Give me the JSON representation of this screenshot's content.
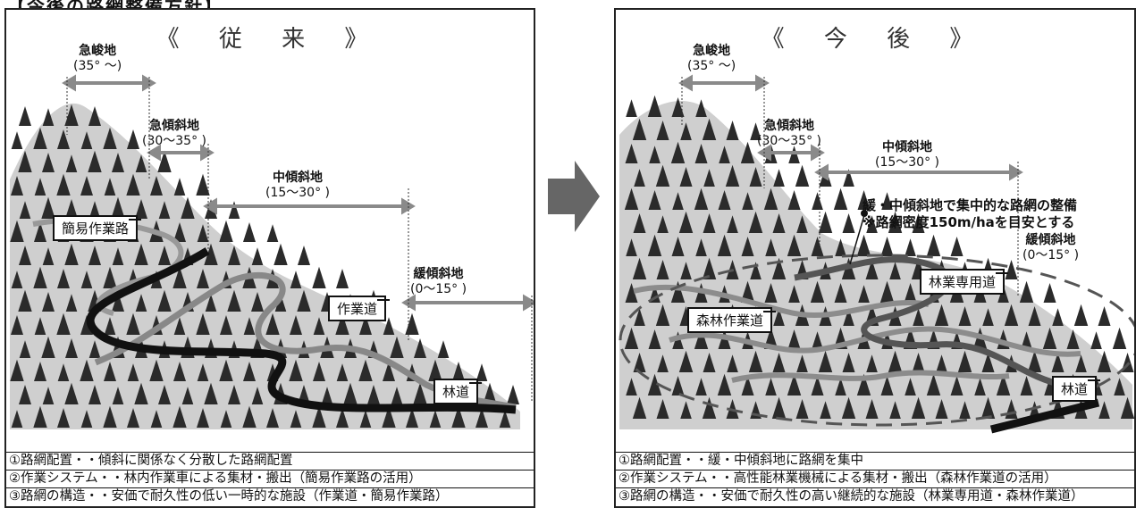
{
  "page_heading": "【今後の路網整備方針】",
  "left": {
    "title": "《 従 来 》",
    "slopes": [
      {
        "name": "急峻地",
        "angle": "(35° 〜)"
      },
      {
        "name": "急傾斜地",
        "angle": "(30〜35° )"
      },
      {
        "name": "中傾斜地",
        "angle": "(15〜30° )"
      },
      {
        "name": "緩傾斜地",
        "angle": "(0〜15° )"
      }
    ],
    "callouts": {
      "simple_road": "簡易作業路",
      "work_road": "作業道",
      "forest_road": "林道"
    },
    "notes": [
      "①路網配置・・傾斜に関係なく分散した路網配置",
      "②作業システム・・林内作業車による集材・搬出（簡易作業路の活用）",
      "③路網の構造・・安価で耐久性の低い一時的な施設（作業道・簡易作業路）"
    ]
  },
  "right": {
    "title": "《 今 後 》",
    "slopes": [
      {
        "name": "急峻地",
        "angle": "(35° 〜)"
      },
      {
        "name": "急傾斜地",
        "angle": "(30〜35° )"
      },
      {
        "name": "中傾斜地",
        "angle": "(15〜30° )"
      },
      {
        "name": "緩傾斜地",
        "angle": "(0〜15° )"
      }
    ],
    "focus_note_1": "緩・中傾斜地で集中的な路網の整備",
    "focus_note_2": "※路網密度150m/haを目安とする",
    "callouts": {
      "forestry_road": "林業専用道",
      "forest_work_road": "森林作業道",
      "forest_road": "林道"
    },
    "notes": [
      "①路網配置・・緩・中傾斜地に路網を集中",
      "②作業システム・・高性能林業機械による集材・搬出（森林作業道の活用）",
      "③路網の構造・・安価で耐久性の高い継続的な施設（林業専用道・森林作業道）"
    ]
  }
}
